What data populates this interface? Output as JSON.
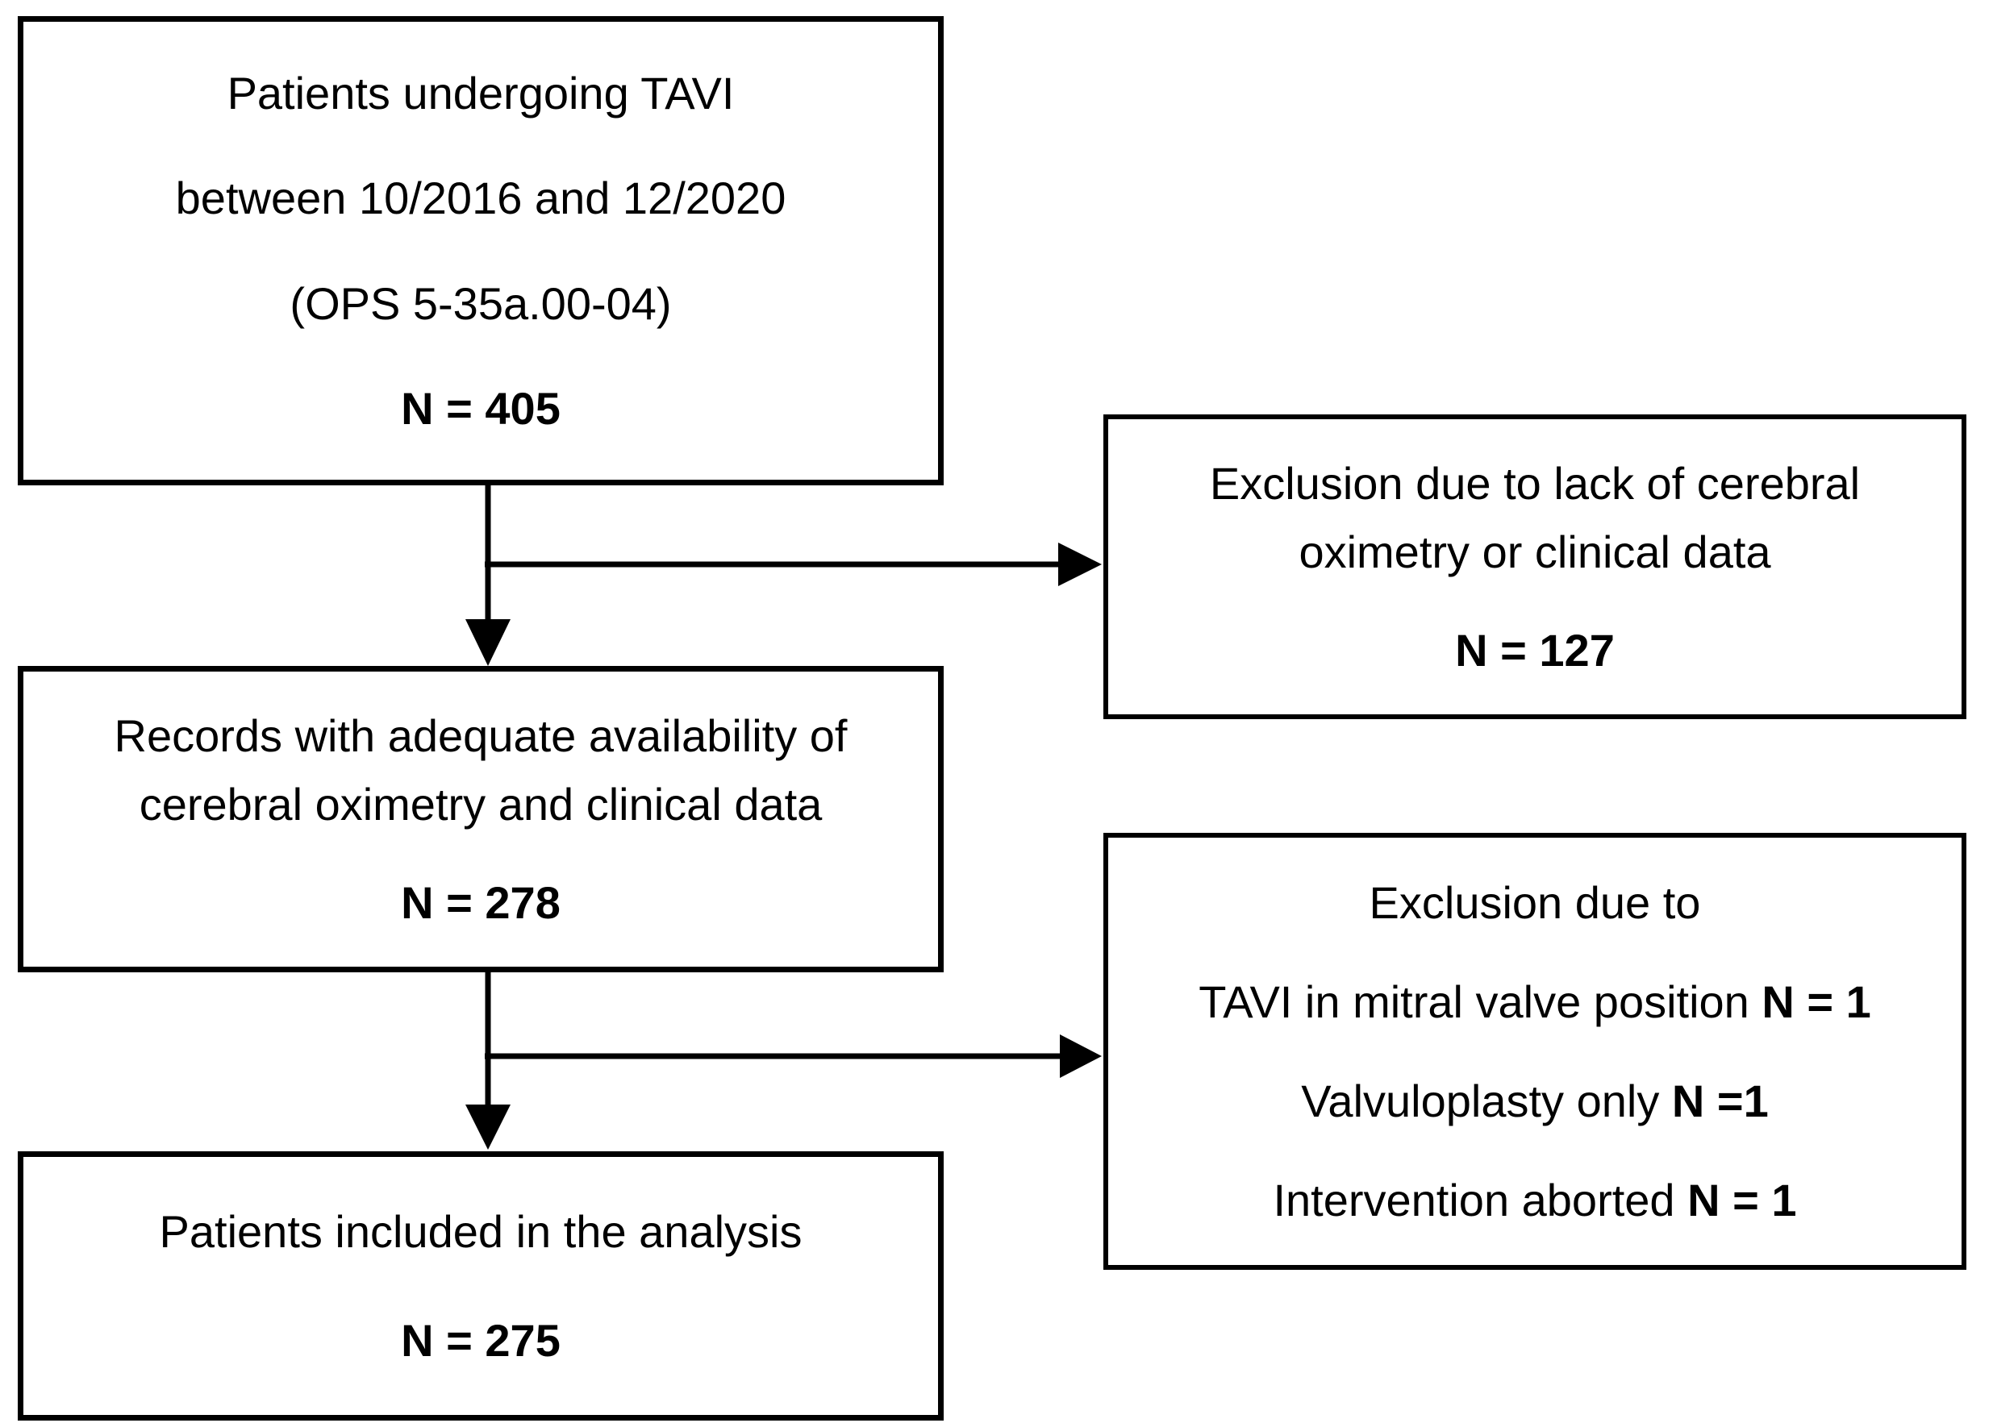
{
  "figure": {
    "background_color": "#ffffff",
    "line_color": "#000000",
    "text_color": "#000000"
  },
  "boxes": {
    "initial": {
      "line1": "Patients undergoing TAVI",
      "line2": "between 10/2016 and 12/2020",
      "line3": "(OPS 5-35a.00-04)",
      "n": "N = 405"
    },
    "exclusion_primary": {
      "label": "Exclusion due to lack of cerebral oximetry or clinical data",
      "n": "N = 127"
    },
    "records": {
      "label": "Records with adequate availability of cerebral oximetry and clinical data",
      "n": "N = 278"
    },
    "exclusion_secondary": {
      "title": "Exclusion due to",
      "item1_label": "TAVI in mitral valve position ",
      "item1_n": "N = 1",
      "item2_label": "Valvuloplasty only ",
      "item2_n": "N =1",
      "item3_label": "Intervention aborted ",
      "item3_n": "N = 1"
    },
    "included": {
      "label": "Patients included in the analysis",
      "n": "N = 275"
    }
  }
}
